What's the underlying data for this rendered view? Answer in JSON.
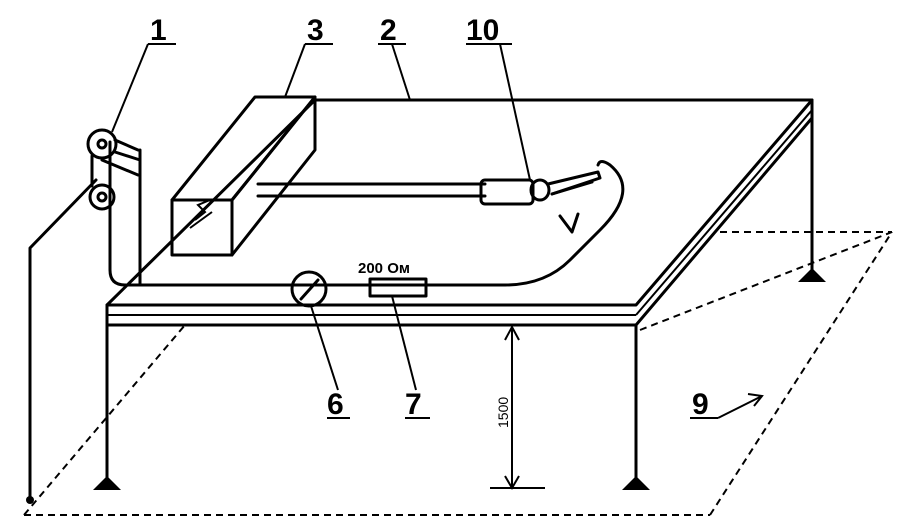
{
  "callouts": {
    "c1": "1",
    "c2": "2",
    "c3": "3",
    "c6": "6",
    "c7": "7",
    "c9": "9",
    "c10": "10"
  },
  "resistor_label": "200 Ом",
  "dimension_label": "1500"
}
